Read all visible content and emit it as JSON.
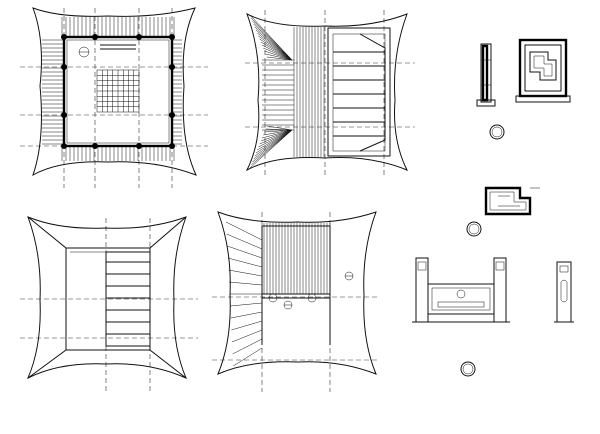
{
  "sheet": {
    "kind": "architectural pavilion CAD drawings",
    "background": "#ffffff",
    "line_color": "#111111"
  },
  "panels": [
    {
      "id": "roof-framing-plan"
    },
    {
      "id": "roof-half-plan-left-half-framing"
    },
    {
      "id": "column-detail"
    },
    {
      "id": "lattice-window-elevation"
    },
    {
      "id": "roof-outline-plan"
    },
    {
      "id": "roof-framing-with-section-markers"
    },
    {
      "id": "balustrade-elevation"
    },
    {
      "id": "corner-lattice-detail"
    },
    {
      "id": "post-detail"
    }
  ]
}
